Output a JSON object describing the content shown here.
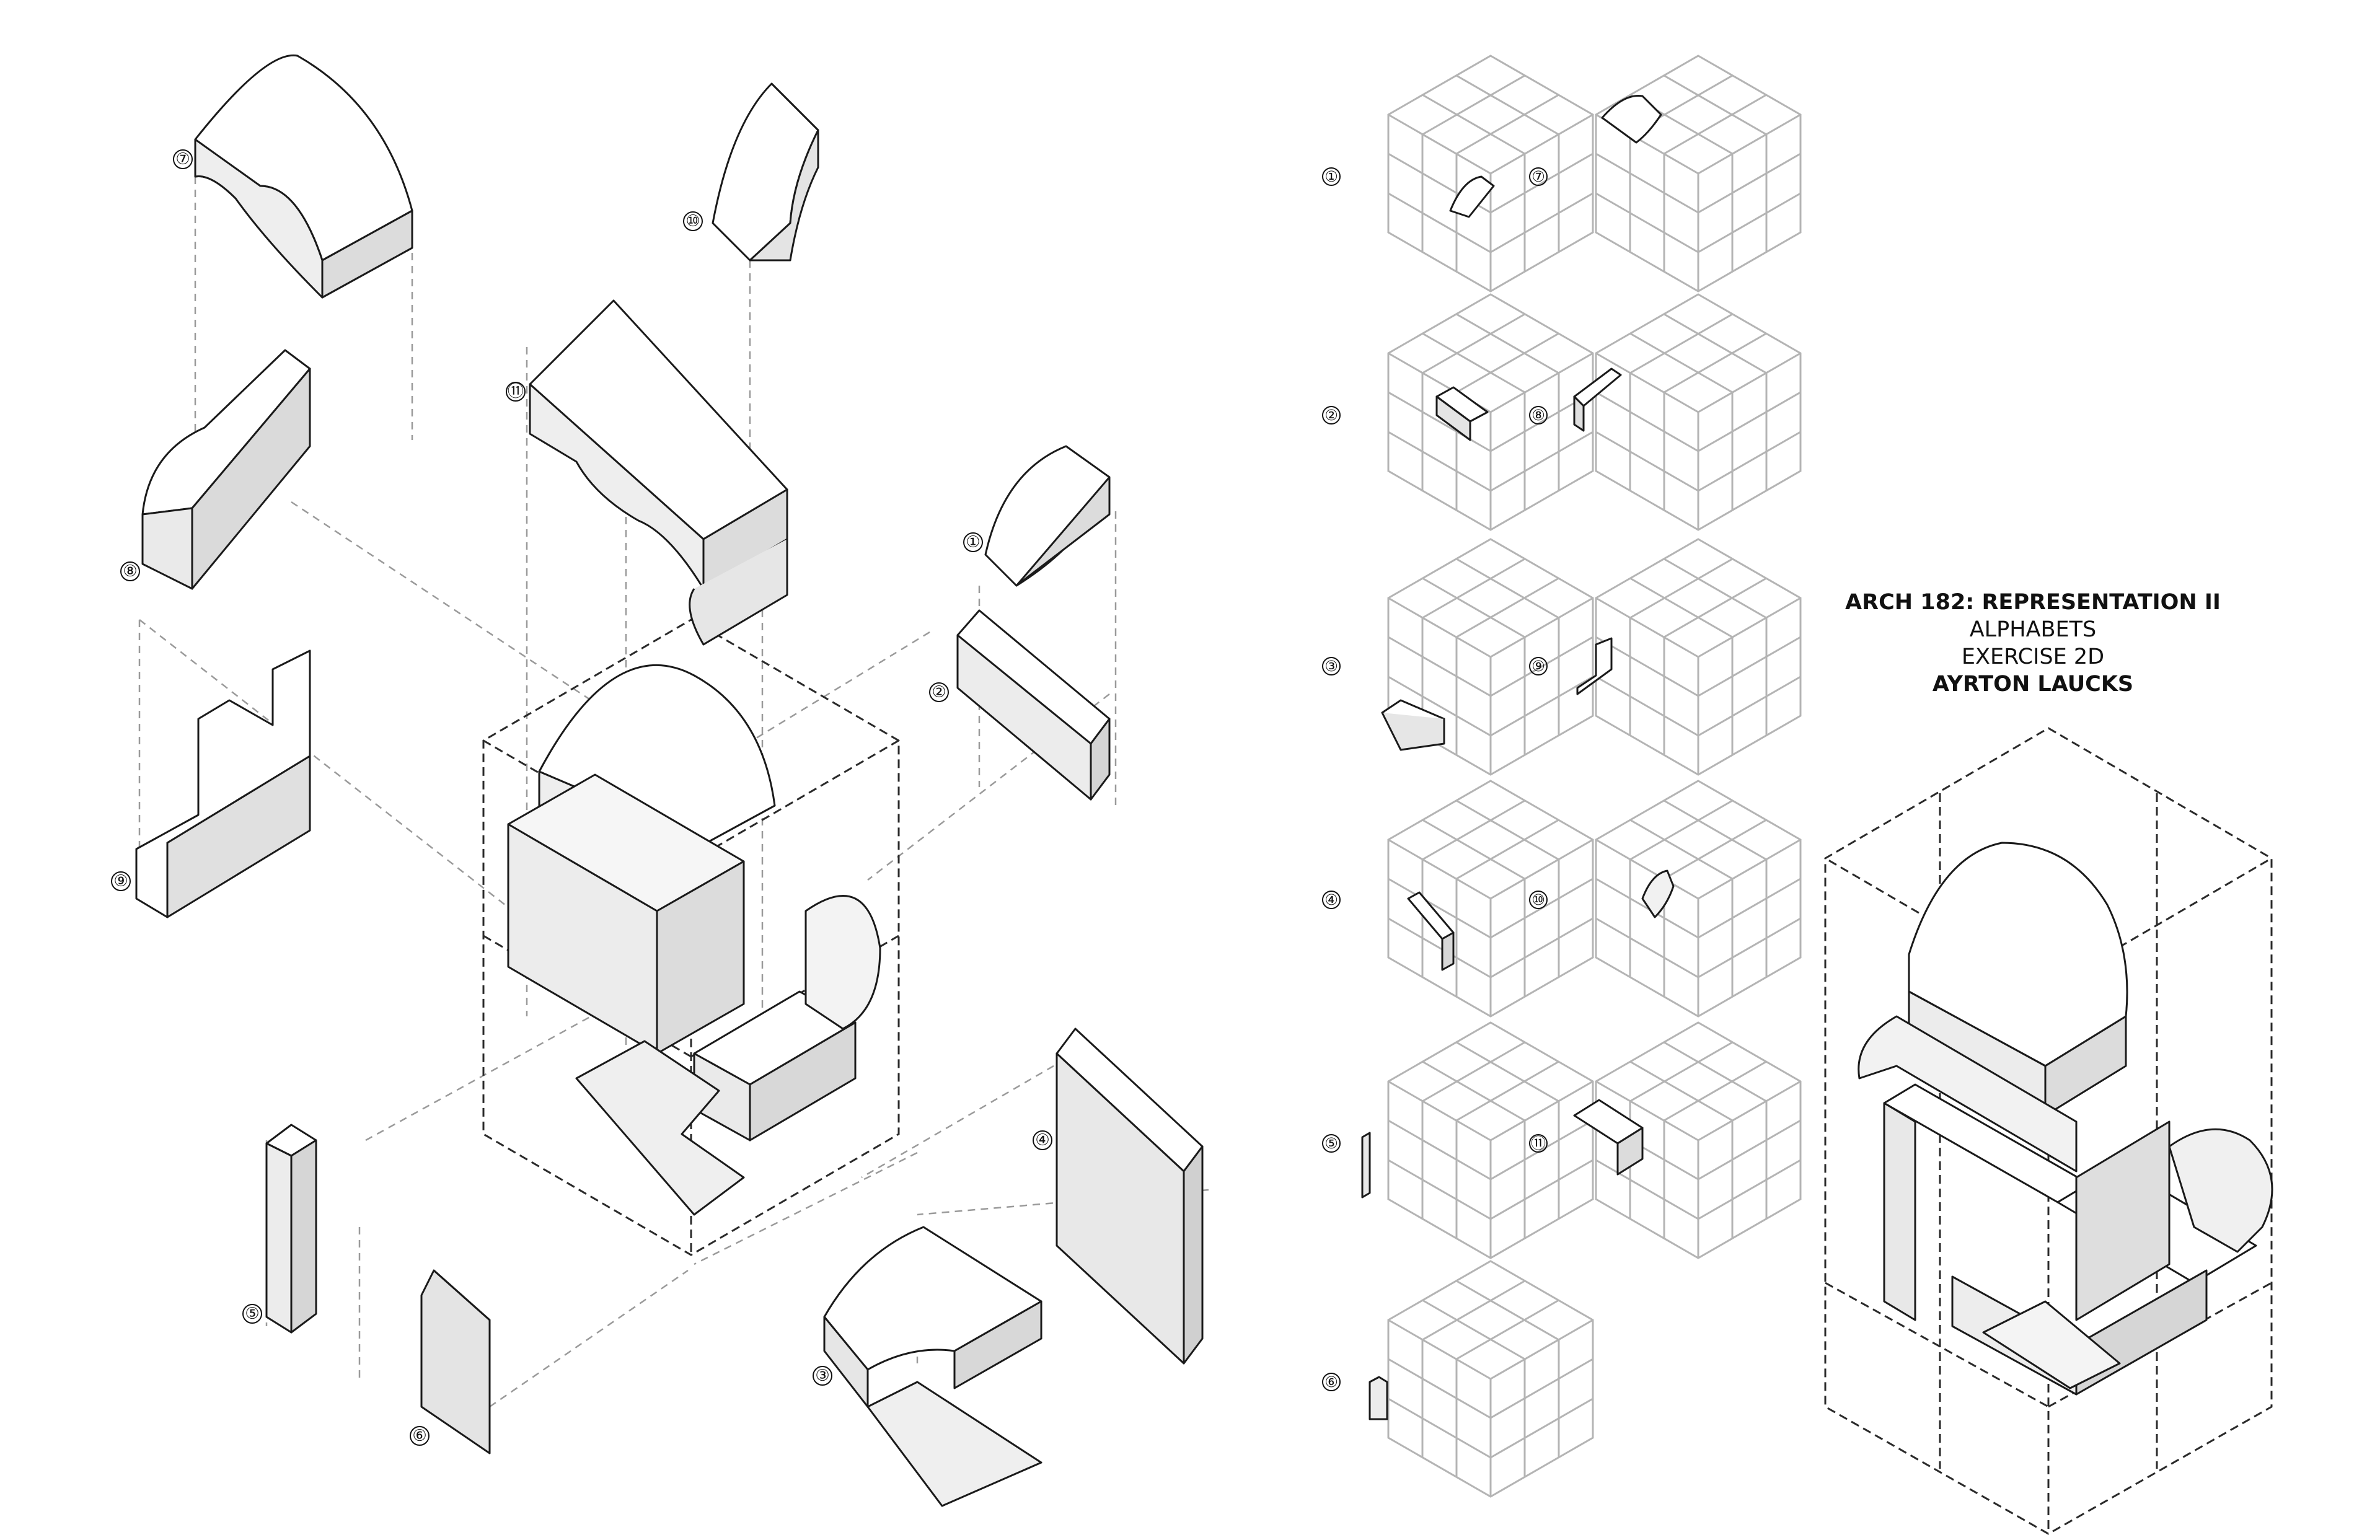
{
  "title_block": {
    "course": "ARCH 182: REPRESENTATION II",
    "topic": "ALPHABETS",
    "exercise": "EXERCISE 2D",
    "author": "AYRTON LAUCKS"
  },
  "exploded_view": {
    "labels": [
      "⑦",
      "⑩",
      "⑪",
      "⑧",
      "①",
      "②",
      "⑨",
      "④",
      "⑤",
      "⑥",
      "③"
    ]
  },
  "grid_column_left": {
    "labels": [
      "①",
      "②",
      "③",
      "④",
      "⑤",
      "⑥"
    ]
  },
  "grid_column_right": {
    "labels": [
      "⑦",
      "⑧",
      "⑨",
      "⑩",
      "⑪"
    ]
  },
  "colors": {
    "line": "#1a1a1a",
    "hidden_line": "#9a9a9a",
    "grid_line": "#b4b4b4",
    "face_light": "#ffffff",
    "face_mid": "#eeeeee",
    "face_dark": "#dcdcdc"
  }
}
